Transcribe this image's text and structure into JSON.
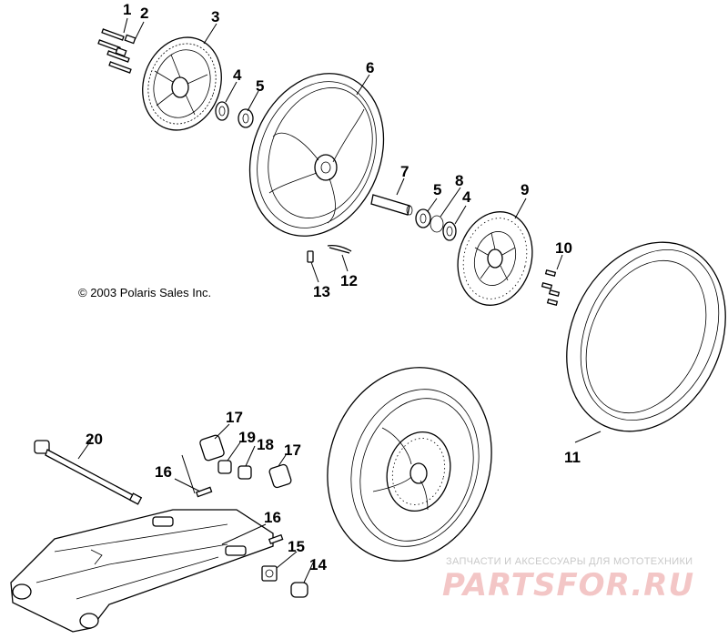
{
  "copyright": "© 2003 Polaris Sales Inc.",
  "callouts": {
    "c1": "1",
    "c2": "2",
    "c3": "3",
    "c4a": "4",
    "c5a": "5",
    "c6": "6",
    "c7": "7",
    "c5b": "5",
    "c8": "8",
    "c4b": "4",
    "c9": "9",
    "c10": "10",
    "c11": "11",
    "c12": "12",
    "c13": "13",
    "c14": "14",
    "c15": "15",
    "c16a": "16",
    "c16b": "16",
    "c17a": "17",
    "c17b": "17",
    "c18": "18",
    "c19": "19",
    "c20": "20"
  },
  "watermark": {
    "tagline": "ЗАПЧАСТИ И АКСЕССУАРЫ ДЛЯ МОТОТЕХНИКИ",
    "logo": "PARTSFOR.RU"
  }
}
